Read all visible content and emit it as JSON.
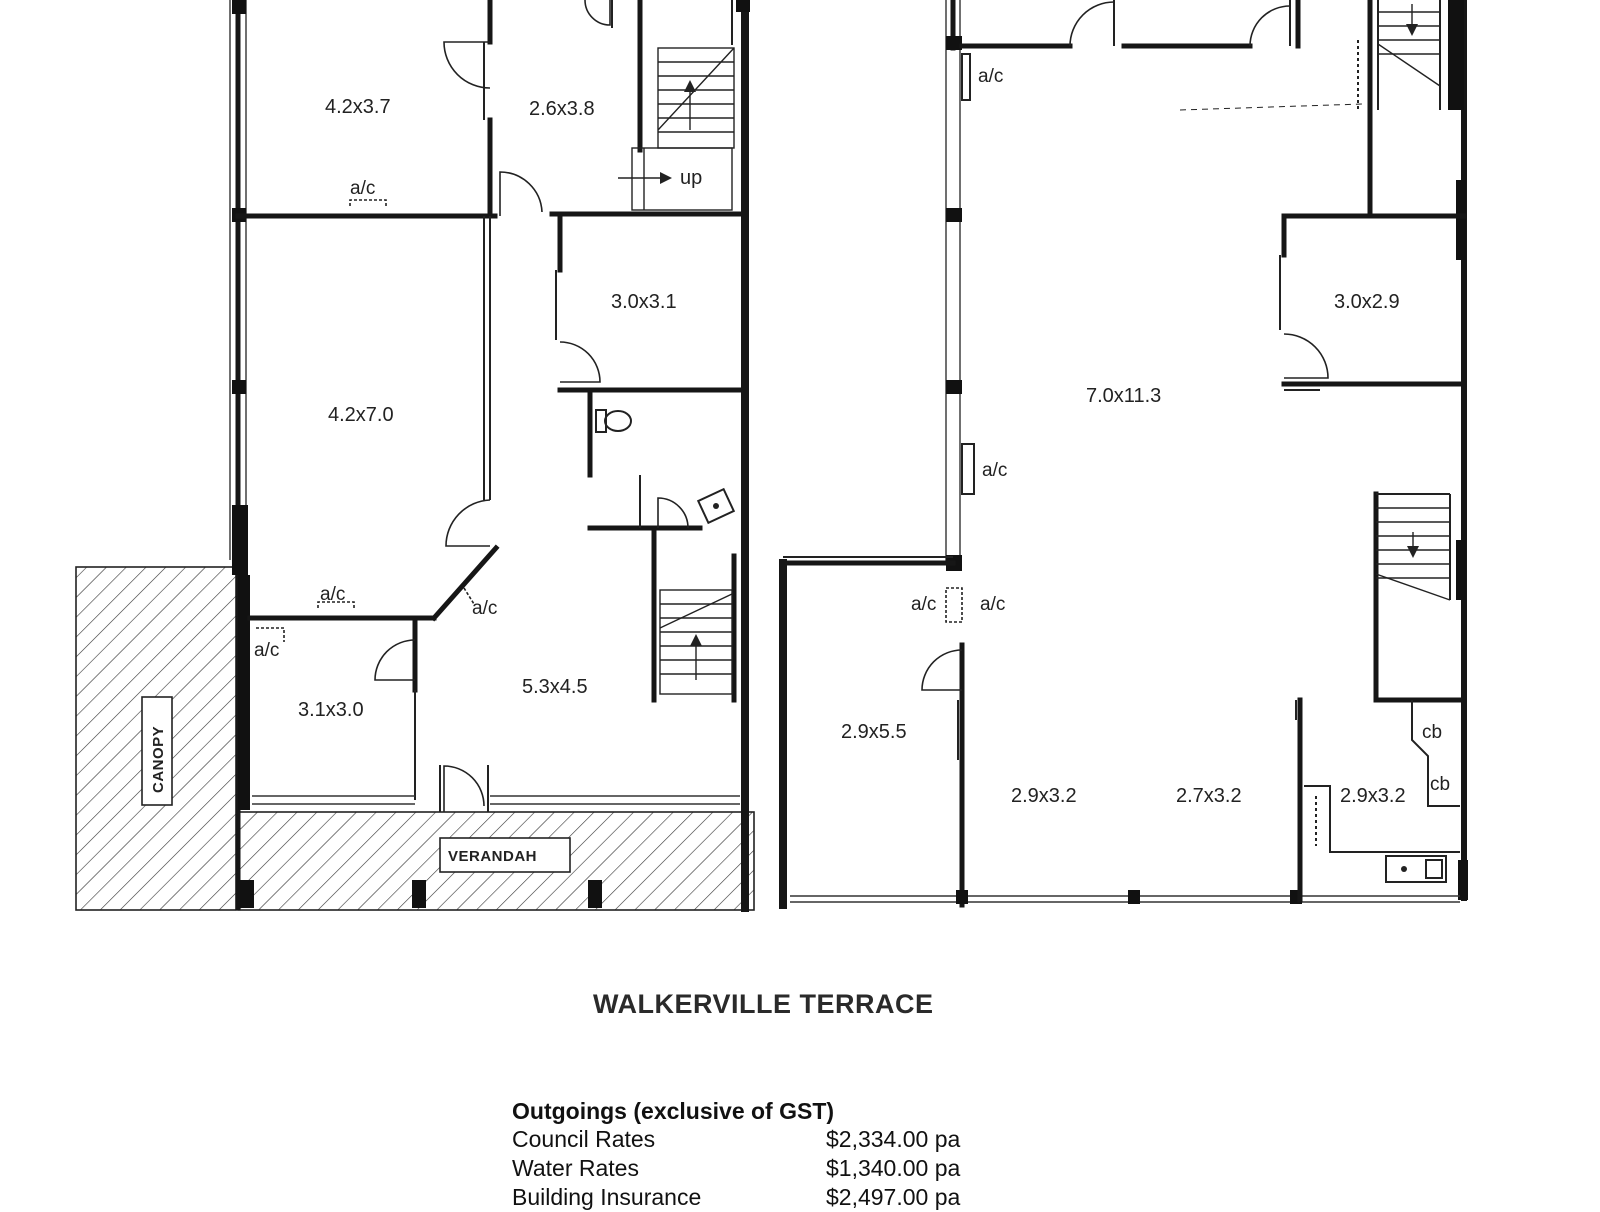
{
  "rooms": {
    "r1": "4.2x3.7",
    "r2": "2.6x3.8",
    "r3": "3.0x3.1",
    "r4": "4.2x7.0",
    "r5": "3.1x3.0",
    "r6": "5.3x4.5",
    "r7": "7.0x11.3",
    "r8": "3.0x2.9",
    "r9": "2.9x5.5",
    "r10": "2.9x3.2",
    "r11": "2.7x3.2",
    "r12": "2.9x3.2"
  },
  "marks": {
    "ac": "a/c",
    "up": "up",
    "cb": "cb",
    "canopy": "CANOPY",
    "verandah": "VERANDAH"
  },
  "street_name": "WALKERVILLE TERRACE",
  "outgoings": {
    "heading": "Outgoings (exclusive of GST)",
    "items": [
      {
        "label": "Council Rates",
        "value": "$2,334.00 pa"
      },
      {
        "label": "Water Rates",
        "value": "$1,340.00 pa"
      },
      {
        "label": "Building Insurance",
        "value": "$2,497.00 pa"
      }
    ]
  }
}
